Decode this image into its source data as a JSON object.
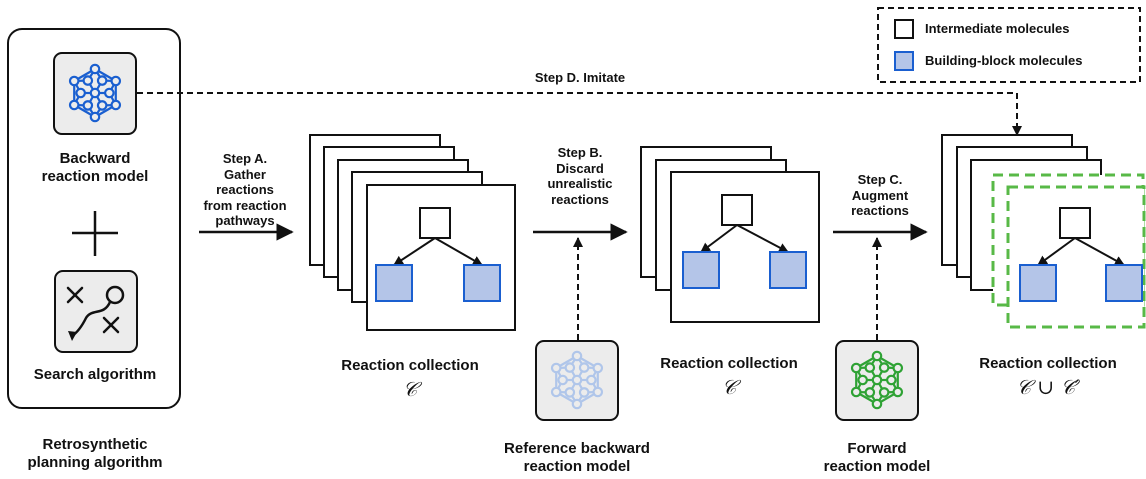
{
  "legend": {
    "intermediate": "Intermediate molecules",
    "building_block": "Building-block molecules"
  },
  "colors": {
    "building_block_fill": "#b4c5e8",
    "building_block_stroke": "#1a5fd0",
    "backward_model": "#1a5fd0",
    "reference_model": "#b0c6ea",
    "forward_model": "#2ea234",
    "augmented_border": "#58b947"
  },
  "left_panel": {
    "model_line1": "Backward",
    "model_line2": "reaction model",
    "plus": "+",
    "search": "Search algorithm",
    "caption_line1": "Retrosynthetic",
    "caption_line2": "planning algorithm"
  },
  "steps": {
    "a_line1": "Step A.",
    "a_line2": "Gather",
    "a_line3": "reactions",
    "a_line4": "from reaction",
    "a_line5": "pathways",
    "b_line1": "Step B.",
    "b_line2": "Discard",
    "b_line3": "unrealistic",
    "b_line4": "reactions",
    "c_line1": "Step C.",
    "c_line2": "Augment",
    "c_line3": "reactions",
    "d": "Step D. Imitate"
  },
  "collections": {
    "c1_label": "Reaction collection",
    "c1_symbol": "𝒞",
    "c2_label": "Reaction collection",
    "c2_symbol": "𝒞",
    "c3_label": "Reaction collection",
    "c3_symbol": "𝒞 ∪ 𝒞′"
  },
  "models": {
    "reference_line1": "Reference backward",
    "reference_line2": "reaction model",
    "forward_line1": "Forward",
    "forward_line2": "reaction model"
  }
}
